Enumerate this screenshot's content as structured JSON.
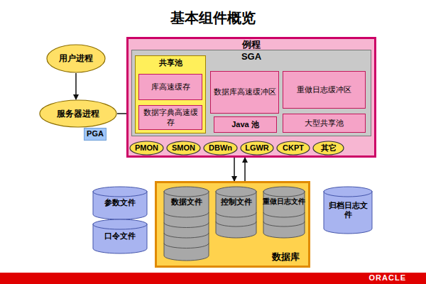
{
  "diagram": {
    "title": "基本组件概览",
    "nodes": [
      {
        "text": [
          "用户进程"
        ]
      },
      {
        "text": [
          "服务器进程"
        ]
      },
      {
        "text": [
          "PGA"
        ]
      },
      {
        "text": [
          "例程"
        ]
      },
      {
        "text": [
          "SGA"
        ],
        "in": 3
      },
      {
        "text": [
          "共享池"
        ],
        "in": 4
      },
      {
        "text": [
          "库高速缓存"
        ],
        "in": 5
      },
      {
        "text": [
          "数据字典高速缓存"
        ],
        "in": 5
      },
      {
        "text": [
          "数据库高速缓冲区"
        ],
        "in": 4
      },
      {
        "text": [
          "Java 池"
        ],
        "in": 4
      },
      {
        "text": [
          "重做日志缓冲区"
        ],
        "in": 4
      },
      {
        "text": [
          "大型共享池"
        ],
        "in": 4
      },
      {
        "text": [
          "PMON"
        ],
        "in": 3
      },
      {
        "text": [
          "SMON"
        ],
        "in": 3
      },
      {
        "text": [
          "DBWn"
        ],
        "in": 3
      },
      {
        "text": [
          "LGWR"
        ],
        "in": 3
      },
      {
        "text": [
          "CKPT"
        ],
        "in": 3
      },
      {
        "text": [
          "其它"
        ],
        "in": 3
      },
      {
        "text": [
          "参数文件"
        ]
      },
      {
        "text": [
          "口令文件"
        ]
      },
      {
        "text": [
          "数据库"
        ]
      },
      {
        "text": [
          "数据文件"
        ],
        "in": 20
      },
      {
        "text": [
          "控制文件"
        ],
        "in": 20
      },
      {
        "text": [
          "重做日志文件"
        ],
        "in": 20
      },
      {
        "text": [
          "归档日志文件"
        ]
      }
    ],
    "edges": [
      {
        "from": 0,
        "to": 1,
        "arrow": "to"
      },
      {
        "from": 1,
        "to": 5,
        "arrow": "to"
      },
      {
        "from": 3,
        "to": 20,
        "arrow": "to"
      },
      {
        "from": 20,
        "to": 3,
        "arrow": "to"
      }
    ],
    "labels": [
      "ORACLE"
    ]
  }
}
